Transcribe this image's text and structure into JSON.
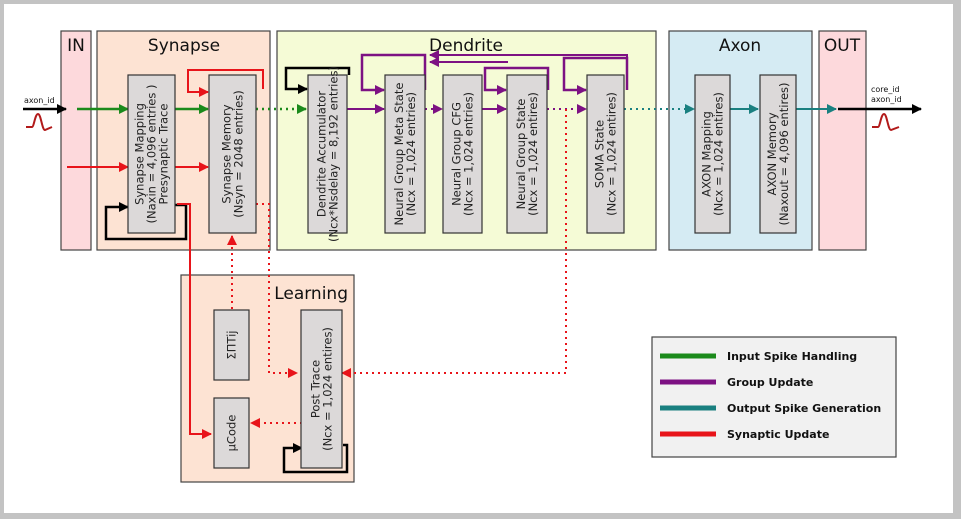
{
  "regions": {
    "in": "IN",
    "synapse": "Synapse",
    "dendrite": "Dendrite",
    "axon": "Axon",
    "out": "OUT",
    "learning": "Learning"
  },
  "colors": {
    "in_out_fill": "#fdd9dc",
    "synapse_fill": "#fde3d3",
    "dendrite_fill": "#f5fbd6",
    "axon_fill": "#d5ebf3",
    "learning_fill": "#fde3d3",
    "box_fill": "#dcd9d9",
    "input_spike": "#1b8a1b",
    "group_update": "#7d1183",
    "output_spike": "#1a8080",
    "synaptic_update": "#e8141a",
    "spike_wave": "#b21a1a"
  },
  "boxes": {
    "synapse_mapping": [
      "Synapse Mapping",
      "(Naxin = 4,096 entries )",
      "Presynaptic Trace"
    ],
    "synapse_memory": [
      "Synapse Memory",
      "(Nsyn = 2048 entries)"
    ],
    "dendrite_accumulator": [
      "Dendrite Accumulator",
      "(Ncx*Nsdelay = 8,192 entries)"
    ],
    "ng_meta_state": [
      "Neural Group Meta State",
      "(Ncx = 1,024 entries)"
    ],
    "ng_cfg": [
      "Neural Group CFG",
      "(Ncx = 1,024 entries)"
    ],
    "ng_state": [
      "Neural Group State",
      "(Ncx = 1,024 entires)"
    ],
    "soma_state": [
      "SOMA State",
      "(Ncx = 1,024 entires)"
    ],
    "axon_mapping": [
      "AXON Mapping",
      "(Ncx = 1,024 entires)"
    ],
    "axon_memory": [
      "AXON Memory",
      "(Naxout = 4,096 entires)"
    ],
    "sum_prod": [
      "ΣΠTij"
    ],
    "ucode": [
      "μCode"
    ],
    "post_trace": [
      "Post Trace",
      "(Ncx = 1,024 entires)"
    ]
  },
  "labels": {
    "input_id": "axon_id",
    "output_core_id": "core_id",
    "output_axon_id": "axon_id"
  },
  "legend": [
    {
      "label": "Input Spike Handling",
      "color": "#1b8a1b"
    },
    {
      "label": "Group Update",
      "color": "#7d1183"
    },
    {
      "label": "Output Spike Generation",
      "color": "#1a8080"
    },
    {
      "label": "Synaptic Update",
      "color": "#e8141a"
    }
  ]
}
